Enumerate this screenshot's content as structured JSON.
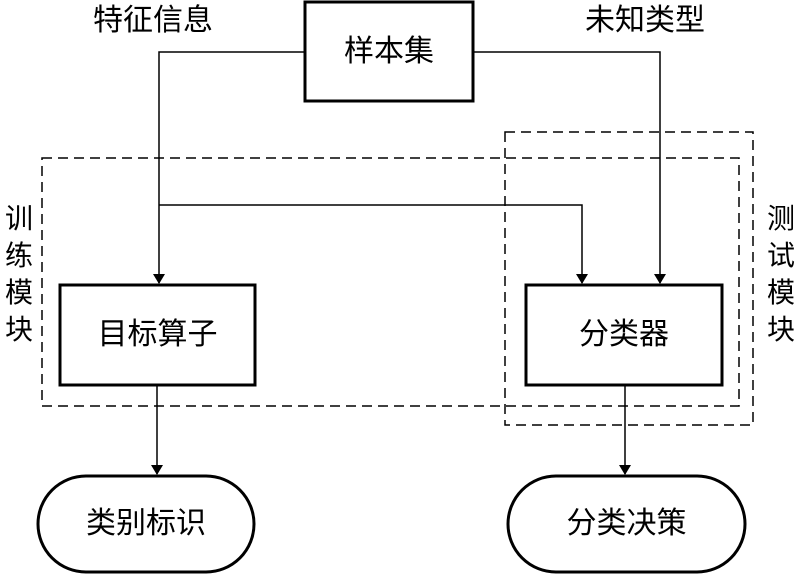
{
  "diagram": {
    "nodes": {
      "sample_set": "样本集",
      "target_operator": "目标算子",
      "classifier": "分类器",
      "category_label": "类别标识",
      "classification_decision": "分类决策"
    },
    "edge_labels": {
      "feature_info": "特征信息",
      "unknown_type": "未知类型"
    },
    "modules": {
      "training": "训练模块",
      "testing": "测试模块"
    }
  }
}
